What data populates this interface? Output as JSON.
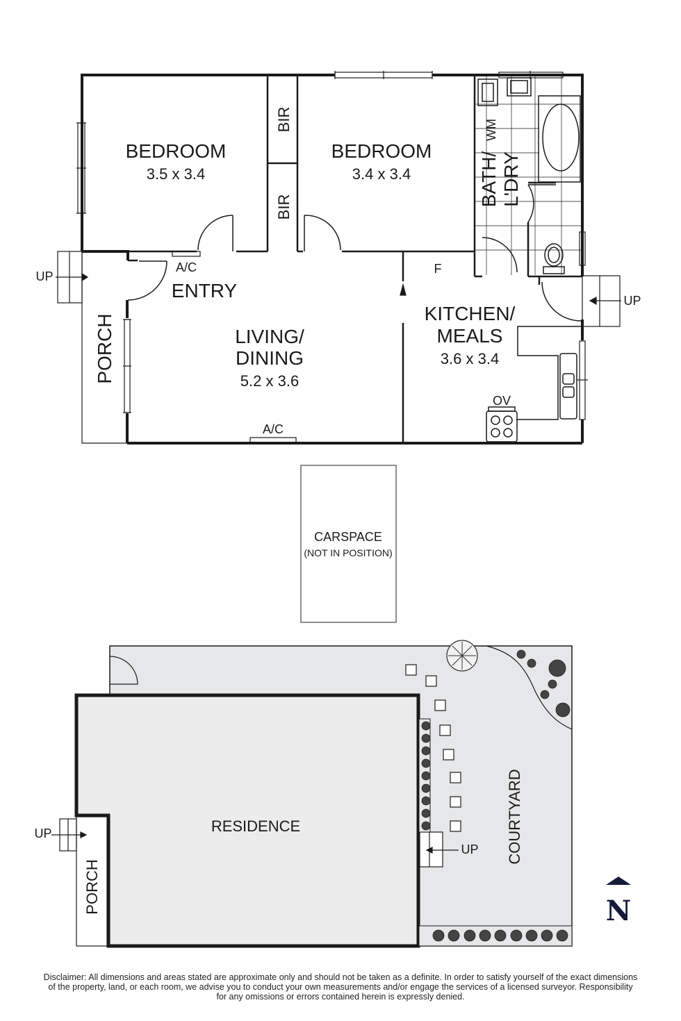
{
  "floor_plan": {
    "rooms": [
      {
        "id": "bedroom1",
        "name": "BEDROOM",
        "dimensions": "3.5 x 3.4"
      },
      {
        "id": "bedroom2",
        "name": "BEDROOM",
        "dimensions": "3.4 x 3.4"
      },
      {
        "id": "bir1",
        "name": "BIR"
      },
      {
        "id": "bir2",
        "name": "BIR"
      },
      {
        "id": "bath",
        "name": "BATH/",
        "name2": "L'DRY",
        "fixture": "WM"
      },
      {
        "id": "entry",
        "name": "ENTRY"
      },
      {
        "id": "living",
        "name": "LIVING/",
        "name2": "DINING",
        "dimensions": "5.2 x 3.6"
      },
      {
        "id": "kitchen",
        "name": "KITCHEN/",
        "name2": "MEALS",
        "dimensions": "3.6 x 3.4"
      },
      {
        "id": "porch",
        "name": "PORCH"
      }
    ],
    "fixtures": {
      "ac_entry": "A/C",
      "ac_living": "A/C",
      "fridge": "F",
      "oven": "OV"
    },
    "steps": {
      "porch_up": "UP",
      "kitchen_up": "UP"
    }
  },
  "carspace": {
    "label": "CARSPACE",
    "note": "(NOT IN POSITION)"
  },
  "site_plan": {
    "residence": "RESIDENCE",
    "porch": "PORCH",
    "courtyard": "COURTYARD",
    "porch_up": "UP",
    "courtyard_up": "UP"
  },
  "compass": {
    "label": "N"
  },
  "colors": {
    "wall": "#1a1a1a",
    "site_fill": "#e6e7e8",
    "residence_fill": "#ececec",
    "north": "#141a3a"
  },
  "disclaimer": {
    "line1": "Disclaimer: All dimensions and areas stated are approximate only and should not be taken as a definite. In order to satisfy yourself of the exact dimensions",
    "line2": "of the property, land, or each room, we advise you to conduct your own measurements and/or engage the services of a licensed surveyor. Responsibility",
    "line3": "for any omissions or errors contained herein is expressly denied."
  }
}
